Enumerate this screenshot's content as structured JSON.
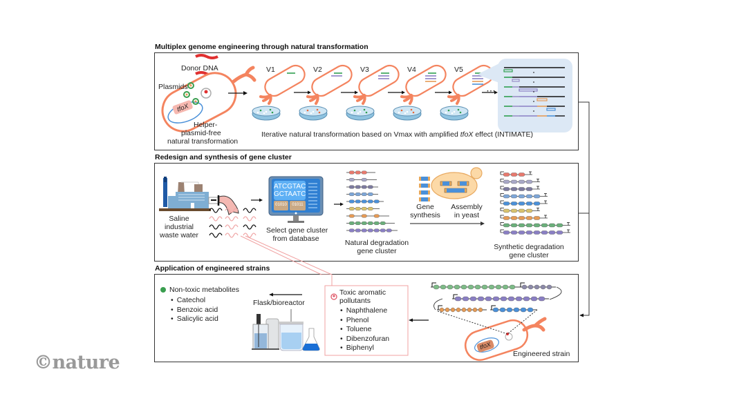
{
  "panels": {
    "top": {
      "title": "Multiplex genome engineering through natural transformation",
      "donor_dna": "Donor DNA",
      "plasmids": "Plasmids",
      "gene": "tfoX",
      "helper_line1": "Helper-",
      "helper_line2": "plasmid-free",
      "helper_line3": "natural transformation",
      "rounds": [
        "V1",
        "V2",
        "V3",
        "V4",
        "V5"
      ],
      "ellipsis": "···",
      "caption_pre": "Iterative natural transformation based on Vmax with amplified ",
      "caption_gene": "tfoX",
      "caption_post": " effect (INTIMATE)"
    },
    "middle": {
      "title": "Redesign and synthesis of gene cluster",
      "waste_line1": "Saline",
      "waste_line2": "industrial",
      "waste_line3": "waste water",
      "screen_seq1": "ATCGTAC",
      "screen_seq2": "GCTAATC",
      "screen_bin1": "01010",
      "screen_bin2": "01011",
      "select_line1": "Select gene cluster",
      "select_line2": "from database",
      "natural_line1": "Natural degradation",
      "natural_line2": "gene cluster",
      "synthesis_line1": "Gene",
      "synthesis_line2": "synthesis",
      "assembly_line1": "Assembly",
      "assembly_line2": "in yeast",
      "synthetic_line1": "Synthetic degradation",
      "synthetic_line2": "gene cluster"
    },
    "bottom": {
      "title": "Application of engineered strains",
      "nontoxic_title": "Non-toxic metabolites",
      "nontoxic_items": [
        "Catechol",
        "Benzoic acid",
        "Salicylic acid"
      ],
      "flask_label": "Flask/bioreactor",
      "toxic_line1": "Toxic aromatic",
      "toxic_line2": "pollutants",
      "toxic_items": [
        "Naphthalene",
        "Phenol",
        "Toluene",
        "Dibenzofuran",
        "Biphenyl"
      ],
      "gene": "tfoX",
      "engineered_label": "Engineered strain"
    }
  },
  "colors": {
    "cell": "#f4845f",
    "green": "#2e9e4f",
    "purple": "#8a7fc4",
    "orange": "#e59a55",
    "blue": "#4a90d9",
    "panel_bg_light": "#dce8f5",
    "pink": "#f2b3b3"
  },
  "logo": "©nature"
}
